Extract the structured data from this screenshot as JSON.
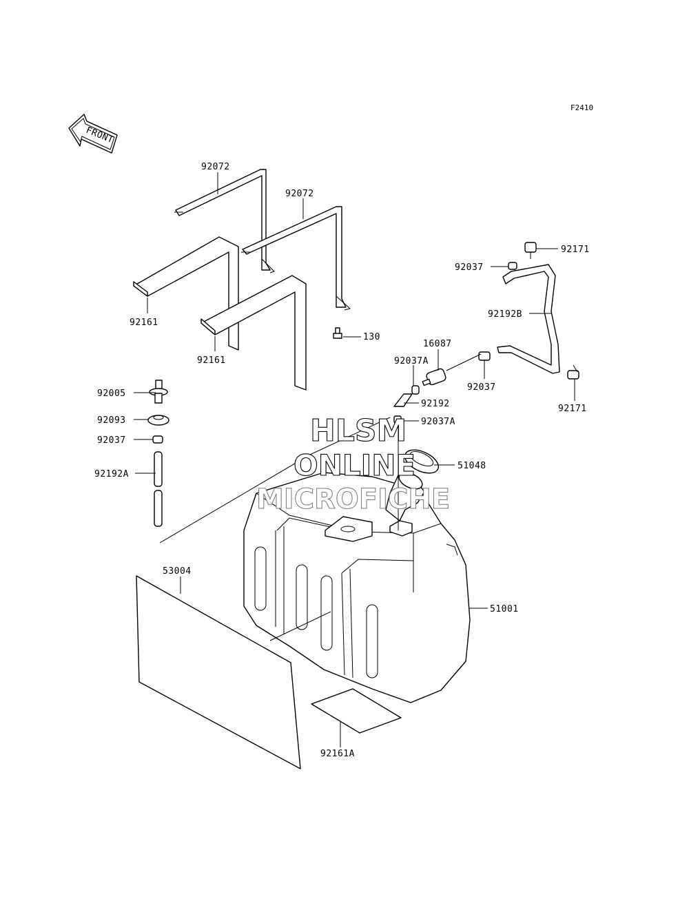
{
  "figure_code": "F2410",
  "front_label": "FRONT",
  "watermark": {
    "line1": "HLSM",
    "line2": "ONLINE",
    "line3": "MICROFICHE"
  },
  "callouts": {
    "strap_92072_a": "92072",
    "strap_92072_b": "92072",
    "pad_92161_a": "92161",
    "pad_92161_b": "92161",
    "bolt_130": "130",
    "cap_92005": "92005",
    "grommet_92093": "92093",
    "clamp_92037_left": "92037",
    "hose_92192A": "92192A",
    "sheet_53004": "53004",
    "clamp_92171_top": "92171",
    "clamp_92037_top": "92037",
    "hose_92192B": "92192B",
    "filter_16087": "16087",
    "clamp_92037A_a": "92037A",
    "clamp_92037_mid": "92037",
    "clamp_92171_bottom": "92171",
    "hose_92192": "92192",
    "clamp_92037A_b": "92037A",
    "filler_cap_51048": "51048",
    "tank_51001": "51001",
    "pad_92161A": "92161A"
  }
}
